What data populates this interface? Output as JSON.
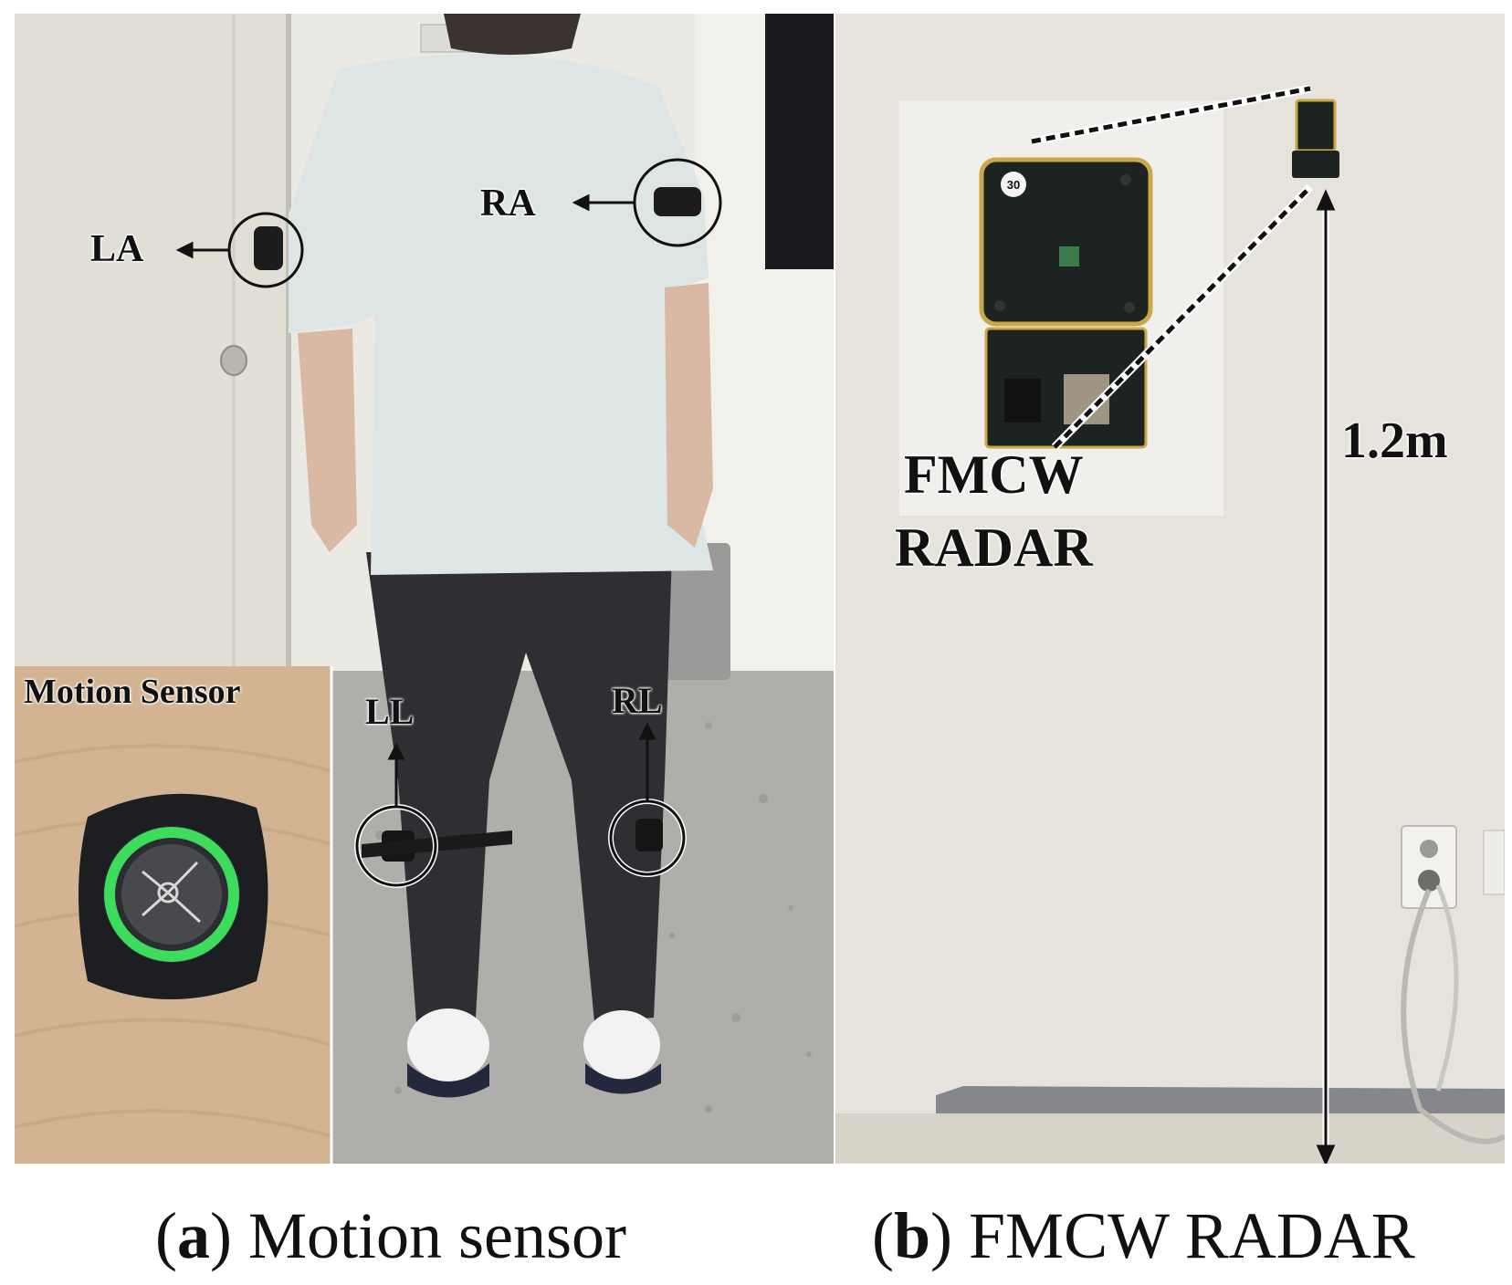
{
  "panel_a": {
    "labels": {
      "la": "LA",
      "ra": "RA",
      "ll": "LL",
      "rl": "RL"
    },
    "inset_title": "Motion Sensor",
    "caption": {
      "letter": "a",
      "text": "Motion sensor"
    }
  },
  "panel_b": {
    "radar_label_line1": "FMCW",
    "radar_label_line2": "RADAR",
    "height_label": "1.2m",
    "board_number": "30",
    "caption": {
      "letter": "b",
      "text": "FMCW RADAR"
    }
  },
  "colors": {
    "shirt": "#dde6e4",
    "pants": "#2f2f33",
    "wall": "#e6e3dc",
    "floor": "#a7a6a3",
    "sensor_ring": "#3ddc5c",
    "pcb": "#1d2320",
    "pcb_border": "#c9a847"
  }
}
